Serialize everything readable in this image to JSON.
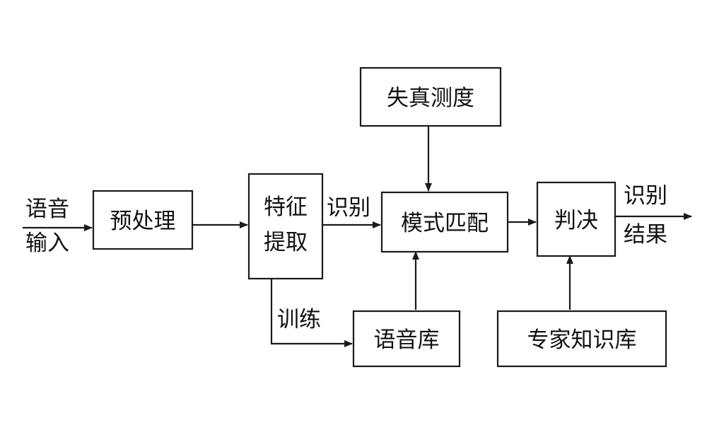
{
  "nodes": {
    "preprocess": "预处理",
    "feature_line1": "特征",
    "feature_line2": "提取",
    "distortion": "失真测度",
    "pattern_match": "模式匹配",
    "decision": "判决",
    "speech_library": "语音库",
    "expert_knowledge": "专家知识库"
  },
  "labels": {
    "input_line1": "语音",
    "input_line2": "输入",
    "recognize": "识别",
    "train": "训练",
    "output_line1": "识别",
    "output_line2": "结果"
  },
  "colors": {
    "stroke": "#1a1a1a",
    "text": "#111111",
    "background": "#ffffff"
  }
}
